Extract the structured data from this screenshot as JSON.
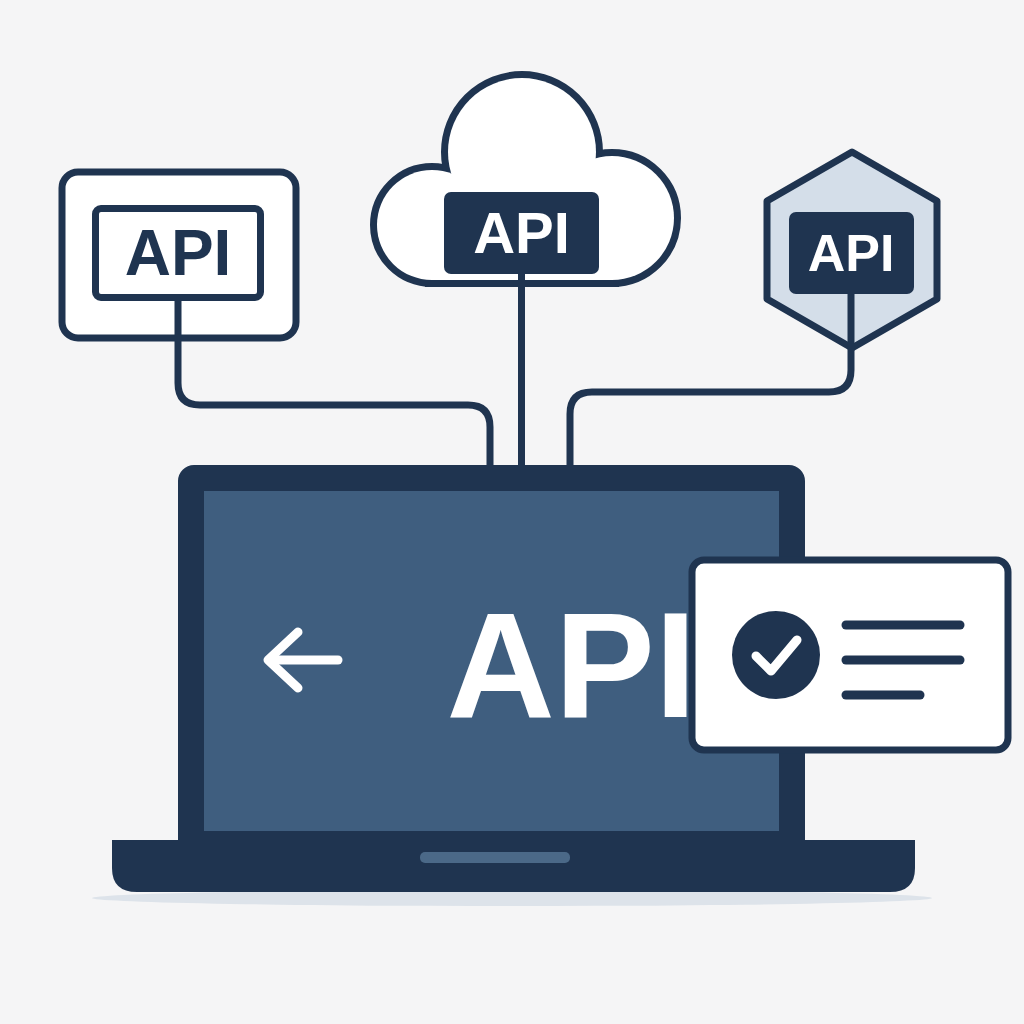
{
  "diagram": {
    "nodes": [
      {
        "text": [
          "API"
        ]
      },
      {
        "text": [
          "API"
        ]
      },
      {
        "text": [
          "API"
        ]
      },
      {
        "text": [
          "API"
        ]
      }
    ],
    "edges": [
      {
        "from": 0,
        "to": 3,
        "arrow": "none"
      },
      {
        "from": 1,
        "to": 3,
        "arrow": "none"
      },
      {
        "from": 2,
        "to": 3,
        "arrow": "none"
      }
    ]
  }
}
